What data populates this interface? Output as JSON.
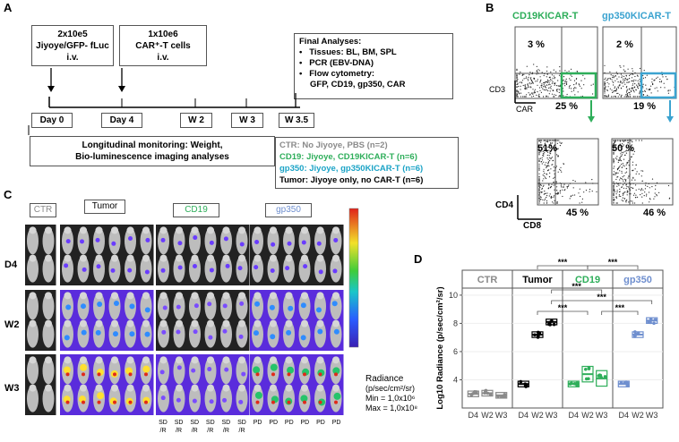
{
  "panel_letters": {
    "a": "A",
    "b": "B",
    "c": "C",
    "d": "D"
  },
  "panel_a": {
    "injection1": {
      "dose": "2x10e5",
      "cells": "Jiyoye/GFP- fLuc",
      "route": "i.v."
    },
    "injection2": {
      "dose": "1x10e6",
      "cells": "CAR⁺-T cells",
      "route": "i.v."
    },
    "final_analyses": {
      "title": "Final Analyses:",
      "items": [
        "Tissues: BL, BM, SPL",
        "PCR (EBV-DNA)",
        "Flow cytometry:"
      ],
      "flow_markers": "GFP, CD19, gp350, CAR"
    },
    "timepoints": [
      "Day 0",
      "Day 4",
      "W 2",
      "W 3",
      "W 3.5"
    ],
    "monitoring": {
      "line1": "Longitudinal monitoring: Weight,",
      "line2": "Bio-luminescence imaging analyses"
    },
    "groups": [
      {
        "text": "CTR: No Jiyoye, PBS (n=2)",
        "color": "#8a8a8a"
      },
      {
        "text": "CD19: Jiyoye, CD19KICAR-T (n=6)",
        "color": "#2eae5a"
      },
      {
        "text": "gp350: Jiyoye, gp350KICAR-T (n=6)",
        "color": "#1ba3c6"
      },
      {
        "text": "Tumor: Jiyoye only,  no CAR-T (n=6)",
        "color": "#000000"
      }
    ]
  },
  "panel_b": {
    "col_titles": [
      {
        "text": "CD19KICAR-T",
        "color": "#2eae5a"
      },
      {
        "text": "gp350KICAR-T",
        "color": "#3ba3d0"
      }
    ],
    "top_percents": {
      "cd19_upper_left": "3 %",
      "gp350_upper_left": "2 %",
      "cd19_car": "25 %",
      "gp350_car": "19 %"
    },
    "bottom_percents": {
      "cd19_cd4": "51%",
      "gp350_cd4": "50 %",
      "cd19_cd8": "45 %",
      "gp350_cd8": "46 %"
    },
    "axis": {
      "top_y": "CD3",
      "top_x": "CAR",
      "bottom_y": "CD4",
      "bottom_x": "CD8"
    }
  },
  "panel_c": {
    "group_labels": [
      "CTR",
      "Tumor",
      "CD19",
      "gp350"
    ],
    "group_colors": [
      "#8a8a8a",
      "#000000",
      "#2eae5a",
      "#6f8fcf"
    ],
    "rows": [
      "D4",
      "W2",
      "W3"
    ],
    "colorbar": {
      "legend": "Radiance",
      "unit": "(p/sec/cm²/sr)",
      "min": "Min = 1,0x10⁶",
      "max": "Max = 1,0x10⁸"
    },
    "outcomes": [
      "SD /R",
      "SD /R",
      "SD /R",
      "SD /R",
      "SD /R",
      "SD /R",
      "PD",
      "PD",
      "PD",
      "PD",
      "PD",
      "PD"
    ]
  },
  "panel_d": {
    "chart_data": {
      "type": "box",
      "ylabel": "Log10 Radiance (p/sec/cm²/sr)",
      "ylim": [
        2,
        10.5
      ],
      "yticks": [
        4,
        6,
        8,
        10
      ],
      "groups": [
        {
          "name": "CTR",
          "color": "#8a8a8a",
          "timepoints": [
            "D4",
            "W2",
            "W3"
          ],
          "medians": [
            3.0,
            3.05,
            2.9
          ]
        },
        {
          "name": "Tumor",
          "color": "#000000",
          "timepoints": [
            "D4",
            "W2",
            "W3"
          ],
          "medians": [
            3.7,
            7.2,
            8.1
          ]
        },
        {
          "name": "CD19",
          "color": "#2eae5a",
          "timepoints": [
            "D4",
            "W2",
            "W3"
          ],
          "medians": [
            3.7,
            4.4,
            4.1
          ]
        },
        {
          "name": "gp350",
          "color": "#6f8fcf",
          "timepoints": [
            "D4",
            "W2",
            "W3"
          ],
          "medians": [
            3.7,
            7.2,
            8.2
          ]
        }
      ],
      "significance": [
        "***",
        "***",
        "***",
        "***",
        "***",
        "***"
      ]
    }
  }
}
